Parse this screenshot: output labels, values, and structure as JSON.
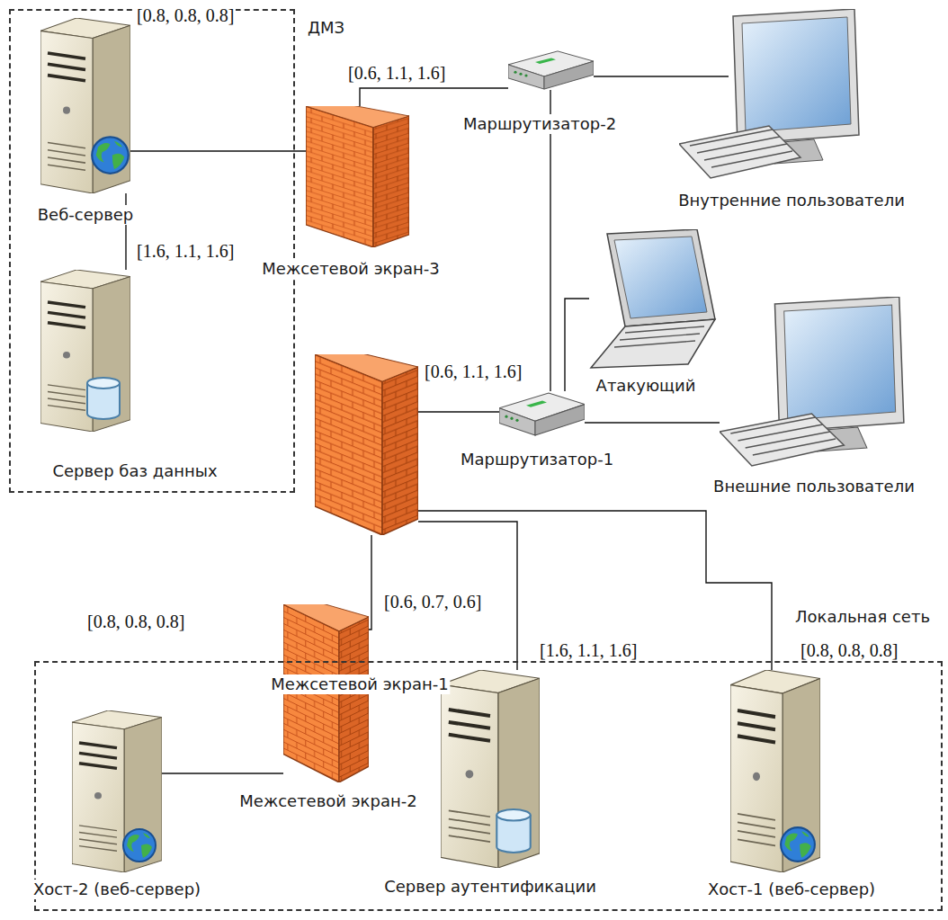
{
  "diagram": {
    "nodes": [
      {
        "text": [
          "ДМЗ"
        ]
      },
      {
        "text": [
          "Веб-сервер"
        ],
        "in": 0
      },
      {
        "text": [
          "Сервер баз данных"
        ],
        "in": 0
      },
      {
        "text": [
          "Межсетевой экран-3"
        ]
      },
      {
        "text": [
          "Маршрутизатор-2"
        ]
      },
      {
        "text": [
          "Внутренние пользователи"
        ]
      },
      {
        "text": [
          "Атакующий"
        ]
      },
      {
        "text": [
          "Межсетевой экран-1"
        ]
      },
      {
        "text": [
          "Маршрутизатор-1"
        ]
      },
      {
        "text": [
          "Внешние пользователи"
        ]
      },
      {
        "text": [
          "Локальная сеть"
        ]
      },
      {
        "text": [
          "Межсетевой экран-2"
        ],
        "in": 10
      },
      {
        "text": [
          "Хост-2 (веб-сервер)"
        ],
        "in": 10
      },
      {
        "text": [
          "Сервер аутентификации"
        ],
        "in": 10
      },
      {
        "text": [
          "Хост-1 (веб-сервер)"
        ],
        "in": 10
      }
    ],
    "edges": [
      {
        "from": 1,
        "to": 3,
        "arrow": "none"
      },
      {
        "from": 3,
        "to": 4,
        "arrow": "none"
      },
      {
        "from": 1,
        "to": 2,
        "arrow": "none"
      },
      {
        "from": 4,
        "to": 5,
        "arrow": "none"
      },
      {
        "from": 4,
        "to": 8,
        "arrow": "none"
      },
      {
        "from": 6,
        "to": 8,
        "arrow": "none"
      },
      {
        "from": 8,
        "to": 9,
        "arrow": "none"
      },
      {
        "from": 7,
        "to": 8,
        "arrow": "none"
      },
      {
        "from": 7,
        "to": 11,
        "arrow": "none"
      },
      {
        "from": 7,
        "to": 13,
        "arrow": "none"
      },
      {
        "from": 7,
        "to": 14,
        "arrow": "none"
      },
      {
        "from": 11,
        "to": 12,
        "arrow": "none"
      }
    ],
    "labels": [
      "[0.8, 0.8, 0.8]",
      "[0.6, 1.1, 1.6]",
      "[1.6, 1.1, 1.6]",
      "[0.6, 1.1, 1.6]",
      "[0.6, 0.7, 0.6]",
      "[0.8, 0.8, 0.8]",
      "[1.6, 1.1, 1.6]",
      "[0.8, 0.8, 0.8]"
    ]
  }
}
